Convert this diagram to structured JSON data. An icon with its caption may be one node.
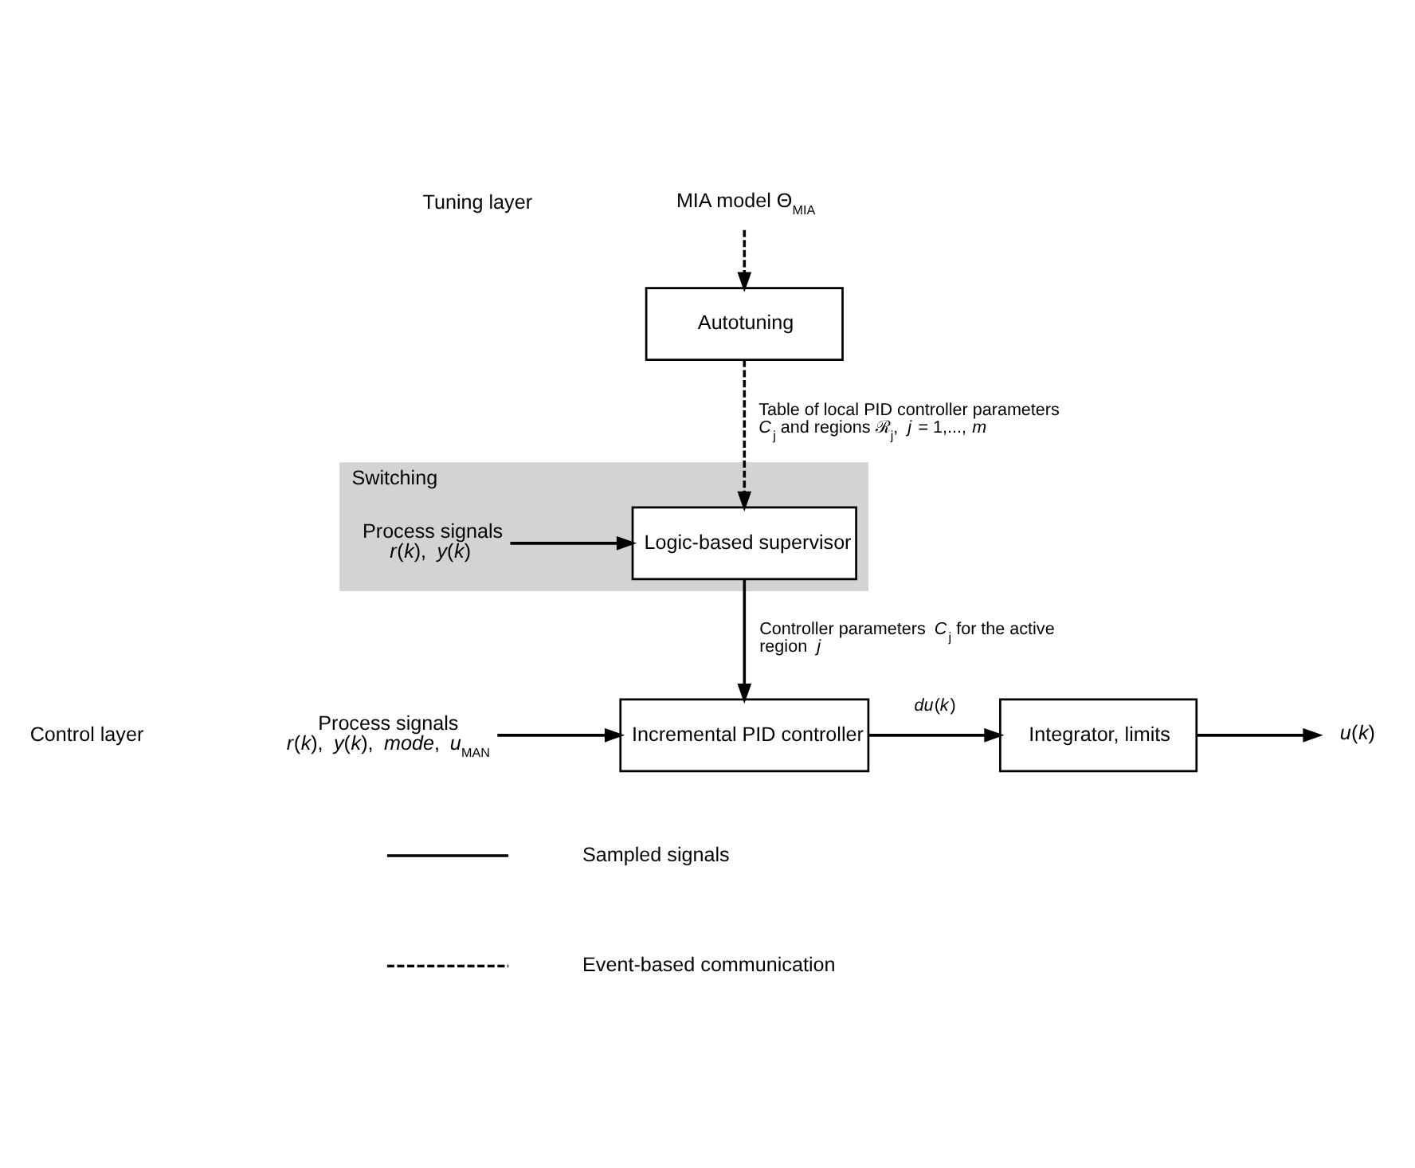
{
  "diagram": {
    "nodes": [
      {
        "text": [
          "MIA model Θ$_{MIA}$"
        ]
      },
      {
        "text": [
          "Autotuning"
        ]
      },
      {
        "text": [
          "Switching"
        ]
      },
      {
        "text": [
          "Process signals",
          "*r*(*k*), *y*(*k*)"
        ],
        "in": 2
      },
      {
        "text": [
          "Logic-based supervisor"
        ],
        "in": 2
      },
      {
        "text": [
          "Process signals",
          "*r*(*k*), *y*(*k*), *mode*, *u*$_{MAN}$"
        ]
      },
      {
        "text": [
          "Incremental PID controller"
        ]
      },
      {
        "text": [
          "Integrator, limits"
        ]
      },
      {
        "text": [
          "*u*(*k*)"
        ]
      }
    ],
    "edges": [
      {
        "from": 0,
        "to": 1,
        "arrow": "to",
        "style": "dashed"
      },
      {
        "from": 1,
        "to": 4,
        "arrow": "to",
        "style": "dashed",
        "label": "Table of local PID controller parameters *C*$_{j}$ and regions ℛ$_{j}$, *j* = 1,..., *m*"
      },
      {
        "from": 3,
        "to": 4,
        "arrow": "to"
      },
      {
        "from": 4,
        "to": 6,
        "arrow": "to",
        "label": "Controller parameters *C*$_{j}$ for the active region *j*"
      },
      {
        "from": 5,
        "to": 6,
        "arrow": "to"
      },
      {
        "from": 6,
        "to": 7,
        "arrow": "to",
        "label": "*du*(*k*)"
      },
      {
        "from": 7,
        "to": 8,
        "arrow": "to"
      }
    ],
    "labels": [
      "Tuning layer",
      "Control layer"
    ],
    "legend": [
      {
        "text": "Sampled signals"
      },
      {
        "text": "Event-based communication"
      }
    ]
  }
}
